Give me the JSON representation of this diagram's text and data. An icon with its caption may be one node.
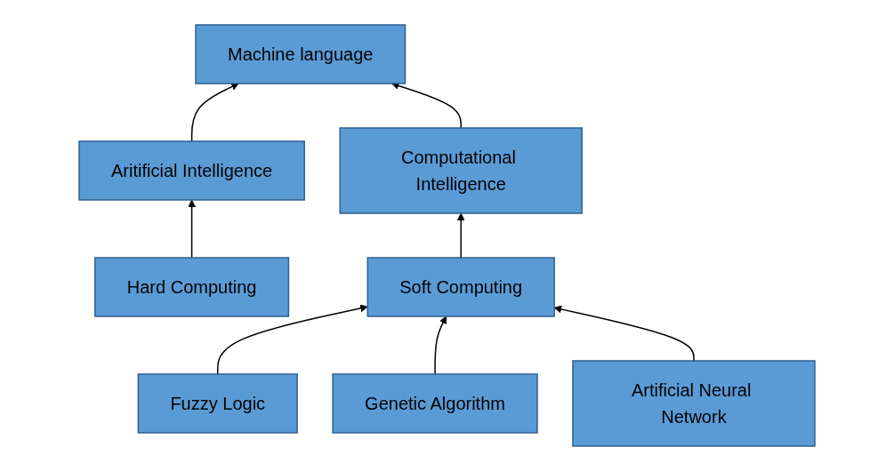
{
  "diagram": {
    "nodes": [
      {
        "text": [
          "Machine language"
        ]
      },
      {
        "text": [
          "Aritificial Intelligence"
        ]
      },
      {
        "text": [
          "Computational Intelligence"
        ]
      },
      {
        "text": [
          "Hard Computing"
        ]
      },
      {
        "text": [
          "Soft Computing"
        ]
      },
      {
        "text": [
          "Genetic Algorithm"
        ]
      },
      {
        "text": [
          "Fuzzy Logic"
        ]
      },
      {
        "text": [
          "Artificial Neural Network"
        ]
      }
    ],
    "edges": [
      {
        "from": 1,
        "to": 0,
        "arrow": "to"
      },
      {
        "from": 2,
        "to": 0,
        "arrow": "to"
      },
      {
        "from": 3,
        "to": 1,
        "arrow": "to"
      },
      {
        "from": 4,
        "to": 2,
        "arrow": "to"
      },
      {
        "from": 6,
        "to": 4,
        "arrow": "to"
      },
      {
        "from": 5,
        "to": 4,
        "arrow": "to"
      },
      {
        "from": 7,
        "to": 4,
        "arrow": "to"
      }
    ]
  }
}
